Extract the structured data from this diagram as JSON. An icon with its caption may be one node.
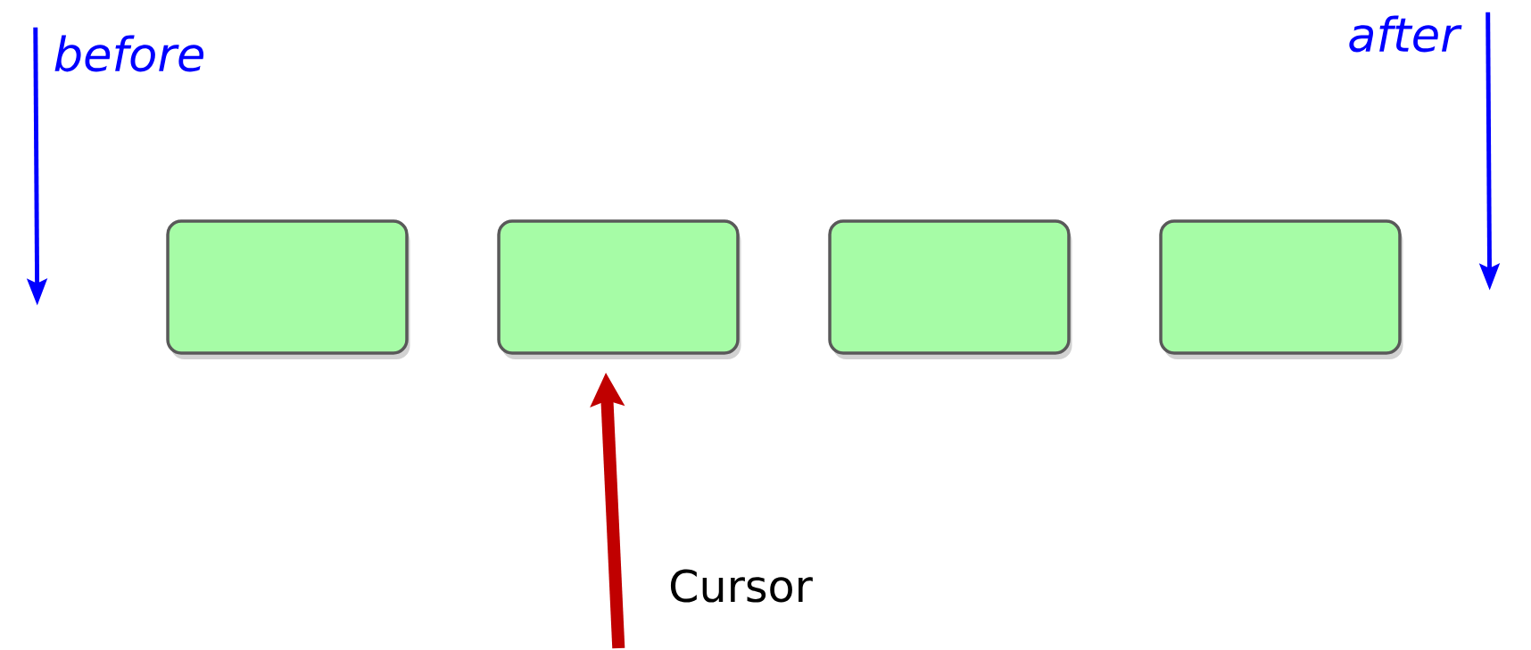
{
  "diagram": {
    "nodes": [
      {
        "text": [
          "before"
        ]
      },
      {
        "text": [
          "after"
        ]
      },
      {
        "text": [],
        "shape": "box"
      },
      {
        "text": [],
        "shape": "box"
      },
      {
        "text": [],
        "shape": "box"
      },
      {
        "text": [],
        "shape": "box"
      },
      {
        "text": [
          "Cursor"
        ]
      }
    ],
    "edges": [
      {
        "from": 0,
        "to": null,
        "arrow": "to"
      },
      {
        "from": 1,
        "to": null,
        "arrow": "to"
      },
      {
        "from": 6,
        "to": 3,
        "arrow": "to",
        "style": "thick",
        "color": "#c00000"
      }
    ]
  }
}
